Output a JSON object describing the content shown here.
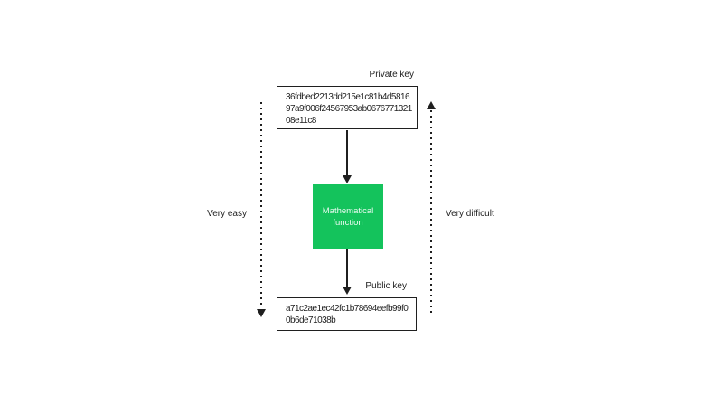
{
  "colors": {
    "ink": "#1f1f1f",
    "accent-green": "#14c35c",
    "function-text": "#eafbf1"
  },
  "diagram": {
    "private_key": {
      "label": "Private key",
      "value": "36fdbed2213dd215e1c81b4d5816\n97a9f006f24567953ab0676771321\n08e11c8"
    },
    "math_function": {
      "label": "Mathematical\nfunction"
    },
    "public_key": {
      "label": "Public key",
      "value": "a71c2ae1ec42fc1b78694eefb99f0\n0b6de71038b"
    },
    "annotations": {
      "left": "Very easy",
      "right": "Very difficult"
    }
  }
}
